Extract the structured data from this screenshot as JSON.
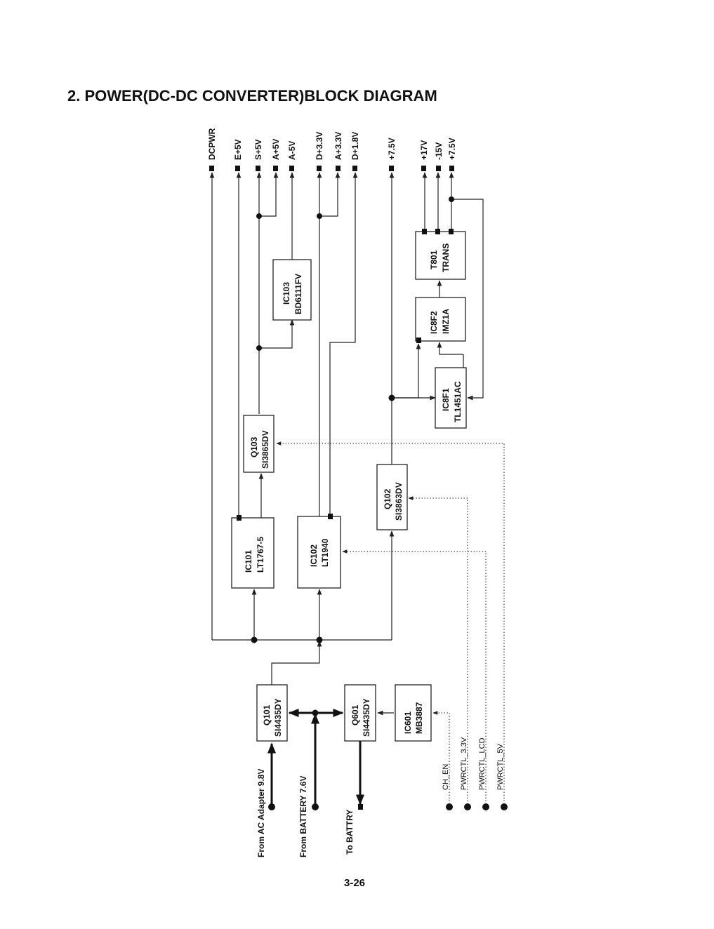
{
  "header": {
    "title": "2. POWER(DC-DC CONVERTER)BLOCK DIAGRAM"
  },
  "footer": {
    "page_number": "3-26"
  },
  "outputs": {
    "dcpwr": "DCPWR",
    "e5v": "E+5V",
    "s5v": "S+5V",
    "a5v": "A+5V",
    "am5v": "A-5V",
    "d33v": "D+3.3V",
    "a33v": "A+3.3V",
    "d18v": "D+1.8V",
    "p75v": "+7.5V",
    "p17v": "+17V",
    "m15v": "-15V",
    "p75v_b": "+7.5V"
  },
  "blocks": {
    "ic101": {
      "ref": "IC101",
      "part": "LT1767-5"
    },
    "ic102": {
      "ref": "IC102",
      "part": "LT1940"
    },
    "ic103": {
      "ref": "IC103",
      "part": "BD6111FV"
    },
    "q103": {
      "ref": "Q103",
      "part": "SI3865DV"
    },
    "q102": {
      "ref": "Q102",
      "part": "SI3863DV"
    },
    "ic8f1": {
      "ref": "IC8F1",
      "part": "TL1451AC"
    },
    "ic8f2": {
      "ref": "IC8F2",
      "part": "IMZ1A"
    },
    "t801": {
      "ref": "T801",
      "part": "TRANS"
    },
    "q101": {
      "ref": "Q101",
      "part": "SI4435DY"
    },
    "q601": {
      "ref": "Q601",
      "part": "SI4435DY"
    },
    "ic601": {
      "ref": "IC601",
      "part": "MB3887"
    }
  },
  "inputs": {
    "ac_adapter": "From AC Adapter  9.8V",
    "battery": "From BATTERY  7.6V",
    "to_battery": "To BATTRY"
  },
  "control_signals": {
    "ch_en": "CH_EN",
    "pwrctl_33v": "PWRCTL_3.3V",
    "pwrctl_lcd": "PWRCTL_LCD",
    "pwrctl_5v": "PWRCTL_5V"
  }
}
